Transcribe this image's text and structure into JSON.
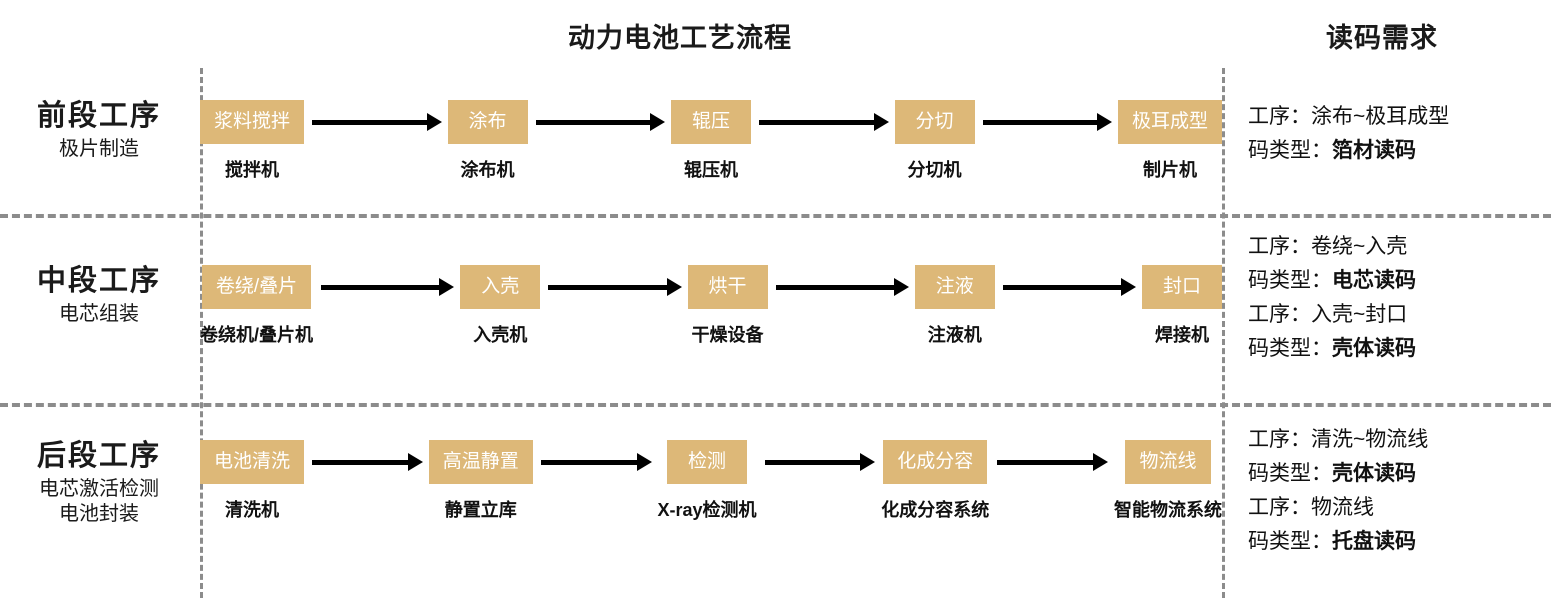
{
  "headers": {
    "flow_title": "动力电池工艺流程",
    "requirement_title": "读码需求"
  },
  "colors": {
    "box_fill": "#ddb878",
    "box_text": "#ffffff",
    "divider": "#8c8c8c",
    "arrow": "#000000",
    "background": "#ffffff"
  },
  "rows": [
    {
      "stage_title": "前段工序",
      "stage_sub_1": "极片制造",
      "stage_sub_2": "",
      "steps": [
        {
          "name": "浆料搅拌",
          "machine": "搅拌机"
        },
        {
          "name": "涂布",
          "machine": "涂布机"
        },
        {
          "name": "辊压",
          "machine": "辊压机"
        },
        {
          "name": "分切",
          "machine": "分切机"
        },
        {
          "name": "极耳成型",
          "machine": "制片机"
        }
      ],
      "requirements": [
        {
          "process_label": "工序：",
          "process_value": "涂布~极耳成型",
          "code_label": "码类型：",
          "code_value": "箔材读码"
        }
      ]
    },
    {
      "stage_title": "中段工序",
      "stage_sub_1": "电芯组装",
      "stage_sub_2": "",
      "steps": [
        {
          "name": "卷绕/叠片",
          "machine": "卷绕机/叠片机"
        },
        {
          "name": "入壳",
          "machine": "入壳机"
        },
        {
          "name": "烘干",
          "machine": "干燥设备"
        },
        {
          "name": "注液",
          "machine": "注液机"
        },
        {
          "name": "封口",
          "machine": "焊接机"
        }
      ],
      "requirements": [
        {
          "process_label": "工序：",
          "process_value": "卷绕~入壳",
          "code_label": "码类型：",
          "code_value": "电芯读码"
        },
        {
          "process_label": "工序：",
          "process_value": "入壳~封口",
          "code_label": "码类型：",
          "code_value": "壳体读码"
        }
      ]
    },
    {
      "stage_title": "后段工序",
      "stage_sub_1": "电芯激活检测",
      "stage_sub_2": "电池封装",
      "steps": [
        {
          "name": "电池清洗",
          "machine": "清洗机"
        },
        {
          "name": "高温静置",
          "machine": "静置立库"
        },
        {
          "name": "检测",
          "machine": "X-ray检测机"
        },
        {
          "name": "化成分容",
          "machine": "化成分容系统"
        },
        {
          "name": "物流线",
          "machine": "智能物流系统"
        }
      ],
      "requirements": [
        {
          "process_label": "工序：",
          "process_value": "清洗~物流线",
          "code_label": "码类型：",
          "code_value": "壳体读码"
        },
        {
          "process_label": "工序：",
          "process_value": "物流线",
          "code_label": "码类型：",
          "code_value": "托盘读码"
        }
      ]
    }
  ]
}
